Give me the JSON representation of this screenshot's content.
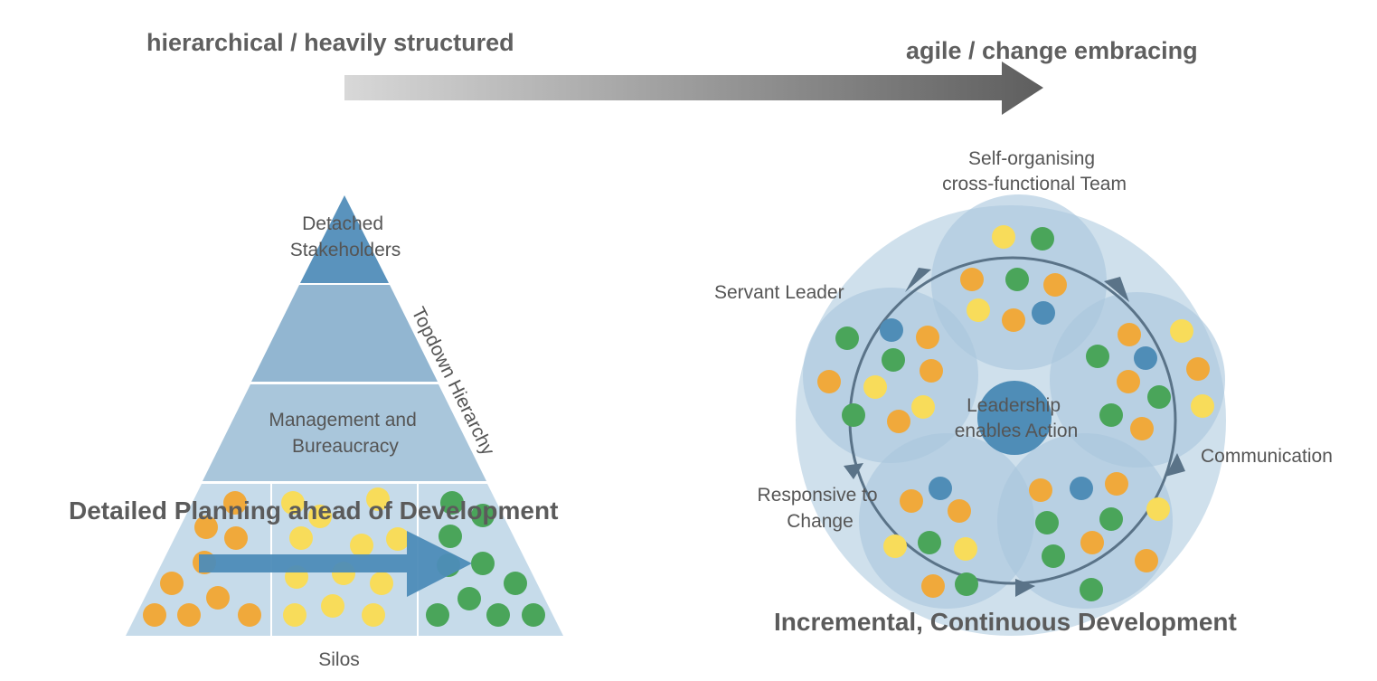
{
  "header": {
    "left_label": "hierarchical / heavily structured",
    "right_label": "agile / change embracing"
  },
  "pyramid": {
    "top_line1": "Detached",
    "top_line2": "Stakeholders",
    "middle_line1": "Management and",
    "middle_line2": "Bureaucracy",
    "side_label": "Topdown Hierarchy",
    "overlay_label": "Detailed Planning ahead of Development",
    "bottom_label": "Silos"
  },
  "circle": {
    "top_line1": "Self-organising",
    "top_line2": "cross-functional Team",
    "left_label": "Servant Leader",
    "right_label": "Communication",
    "bottom_left_line1": "Responsive to",
    "bottom_left_line2": "Change",
    "center_line1": "Leadership",
    "center_line2": "enables Action",
    "bottom_label": "Incremental, Continuous Development"
  },
  "colors": {
    "orange": "#f0a93b",
    "yellow": "#f8dc5a",
    "green": "#4aa55a",
    "blue": "#4f8db7",
    "pyramid_top": "#5a93bd",
    "pyramid_mid": "#92b6d1",
    "pyramid_low": "#a9c6db",
    "pyramid_base": "#c6dbea",
    "circle_bg": "#cfe0ec",
    "team_circle": "#a9c6dd"
  }
}
